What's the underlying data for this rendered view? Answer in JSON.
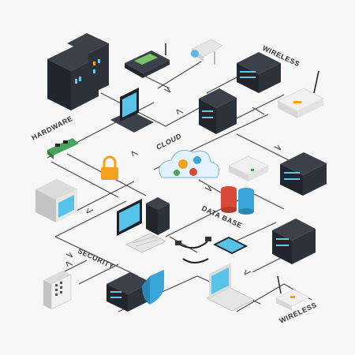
{
  "labels": {
    "wireless_top": "WIRELESS",
    "hardware": "HARDWARE",
    "cloud": "CLOUD",
    "database": "DATA BASE",
    "security": "SECURITY",
    "wireless_bottom": "WIRELESS"
  },
  "icons": {
    "server_tower": "server-tower-icon",
    "modem": "modem-icon",
    "camera": "security-camera-icon",
    "rack": "rack-server-icon",
    "router": "wifi-router-icon",
    "laptop": "laptop-icon",
    "circuit": "circuit-board-icon",
    "lock": "padlock-icon",
    "cloud": "cloud-gears-icon",
    "switch": "network-switch-icon",
    "crt": "crt-monitor-icon",
    "desktop": "desktop-computer-icon",
    "keyboard": "keyboard-icon",
    "database": "database-cylinders-icon",
    "cable": "usb-cable-icon",
    "phone": "smartphone-icon",
    "keypad": "keypad-icon",
    "shield": "shield-icon"
  },
  "colors": {
    "dark": "#2b2f36",
    "darker": "#1d2026",
    "blue": "#3aa6d8",
    "screen": "#58c3e8",
    "red": "#d94a3a",
    "orange": "#f4a11f",
    "green": "#4aa35b",
    "line": "#444444"
  }
}
